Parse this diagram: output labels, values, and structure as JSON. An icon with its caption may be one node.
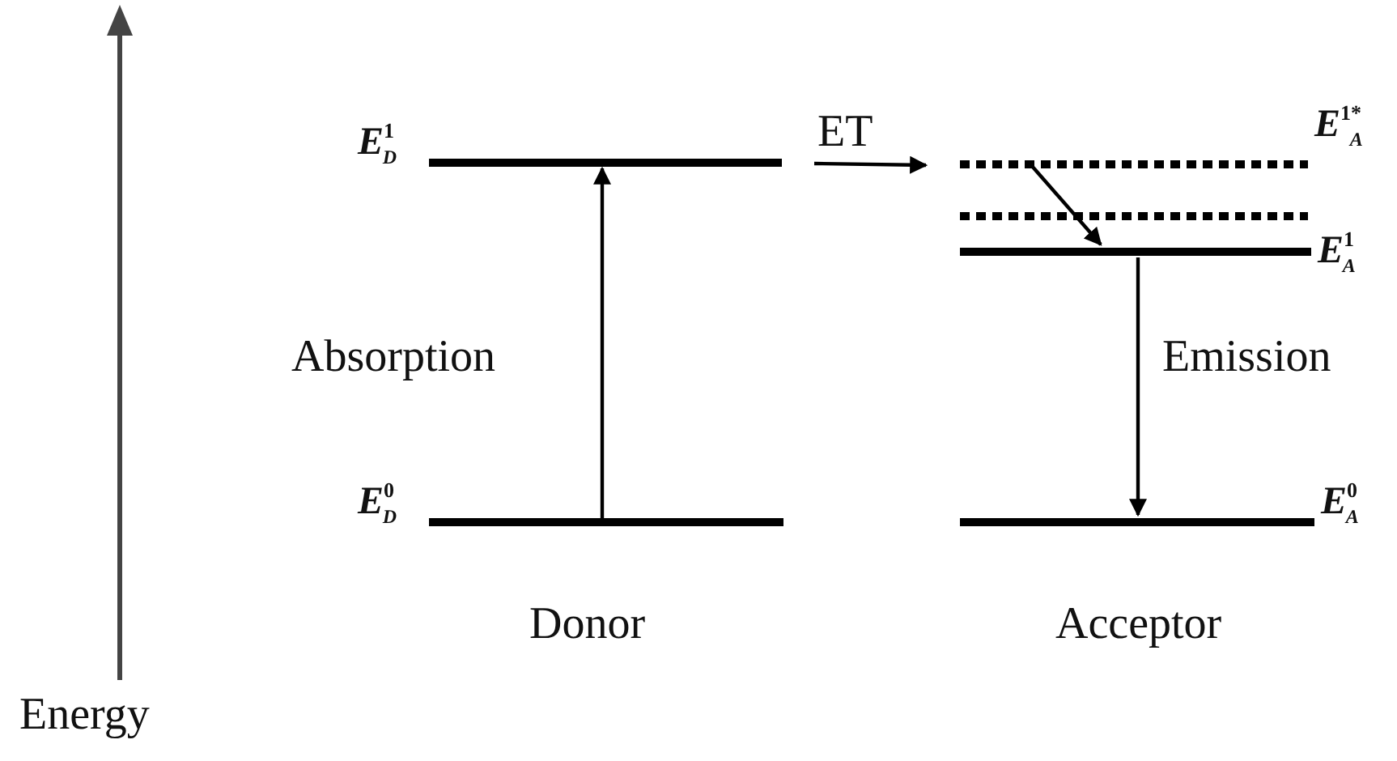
{
  "diagram": {
    "nodes": [
      {
        "text": [
          "E$^{1}$$_{D}$"
        ]
      },
      {
        "text": [
          "E$^{0}$$_{D}$"
        ]
      },
      {
        "text": [
          "E$^{1*}$$_{A}$"
        ]
      },
      {
        "text": [],
        "shape": "bar"
      },
      {
        "text": [
          "E$^{1}$$_{A}$"
        ]
      },
      {
        "text": [
          "E$^{0}$$_{A}$"
        ]
      }
    ],
    "edges": [
      {
        "from": 1,
        "to": 0,
        "arrow": "to",
        "label": "Absorption"
      },
      {
        "from": 0,
        "to": 2,
        "arrow": "to",
        "label": "ET"
      },
      {
        "from": 2,
        "to": 4,
        "arrow": "to"
      },
      {
        "from": 4,
        "to": 5,
        "arrow": "to",
        "label": "Emission"
      }
    ],
    "labels": [
      "Donor",
      "Acceptor",
      "Energy"
    ]
  }
}
